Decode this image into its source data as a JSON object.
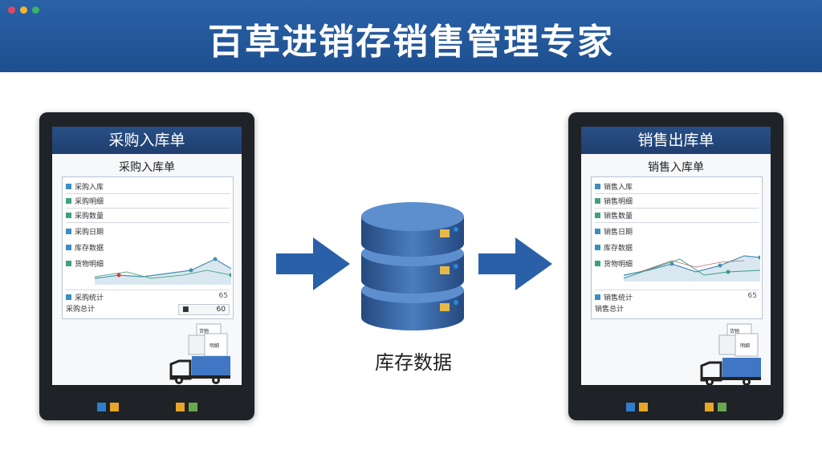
{
  "window_dots": [
    "#e0485a",
    "#f1b630",
    "#3cb565"
  ],
  "header": {
    "title": "百草进销存销售管理专家",
    "bg": "#245aa0"
  },
  "left_tablet": {
    "screen_title": "采购入库单",
    "form_title": "采购入库单",
    "rows": [
      "采购入库",
      "采购明细",
      "采购数量",
      "采购日期",
      "库存数据",
      "货物明细",
      "采购统计",
      "采购总计"
    ],
    "total_value": "60",
    "side_value": "65",
    "box_label": "货物",
    "box_label2": "明细"
  },
  "right_tablet": {
    "screen_title": "销售出库单",
    "form_title": "销售入库单",
    "rows": [
      "销售入库",
      "销售明细",
      "销售数量",
      "销售日期",
      "库存数据",
      "货物明细",
      "销售统计",
      "销售总计"
    ],
    "side_value": "65",
    "box_label": "货物",
    "box_label2": "明细"
  },
  "database": {
    "label": "库存数据",
    "color": "#3c6ca8"
  },
  "colors": {
    "arrow": "#2a60a8",
    "truck_cargo": "#3f77c4",
    "dark_tablet": "#1f2226"
  }
}
